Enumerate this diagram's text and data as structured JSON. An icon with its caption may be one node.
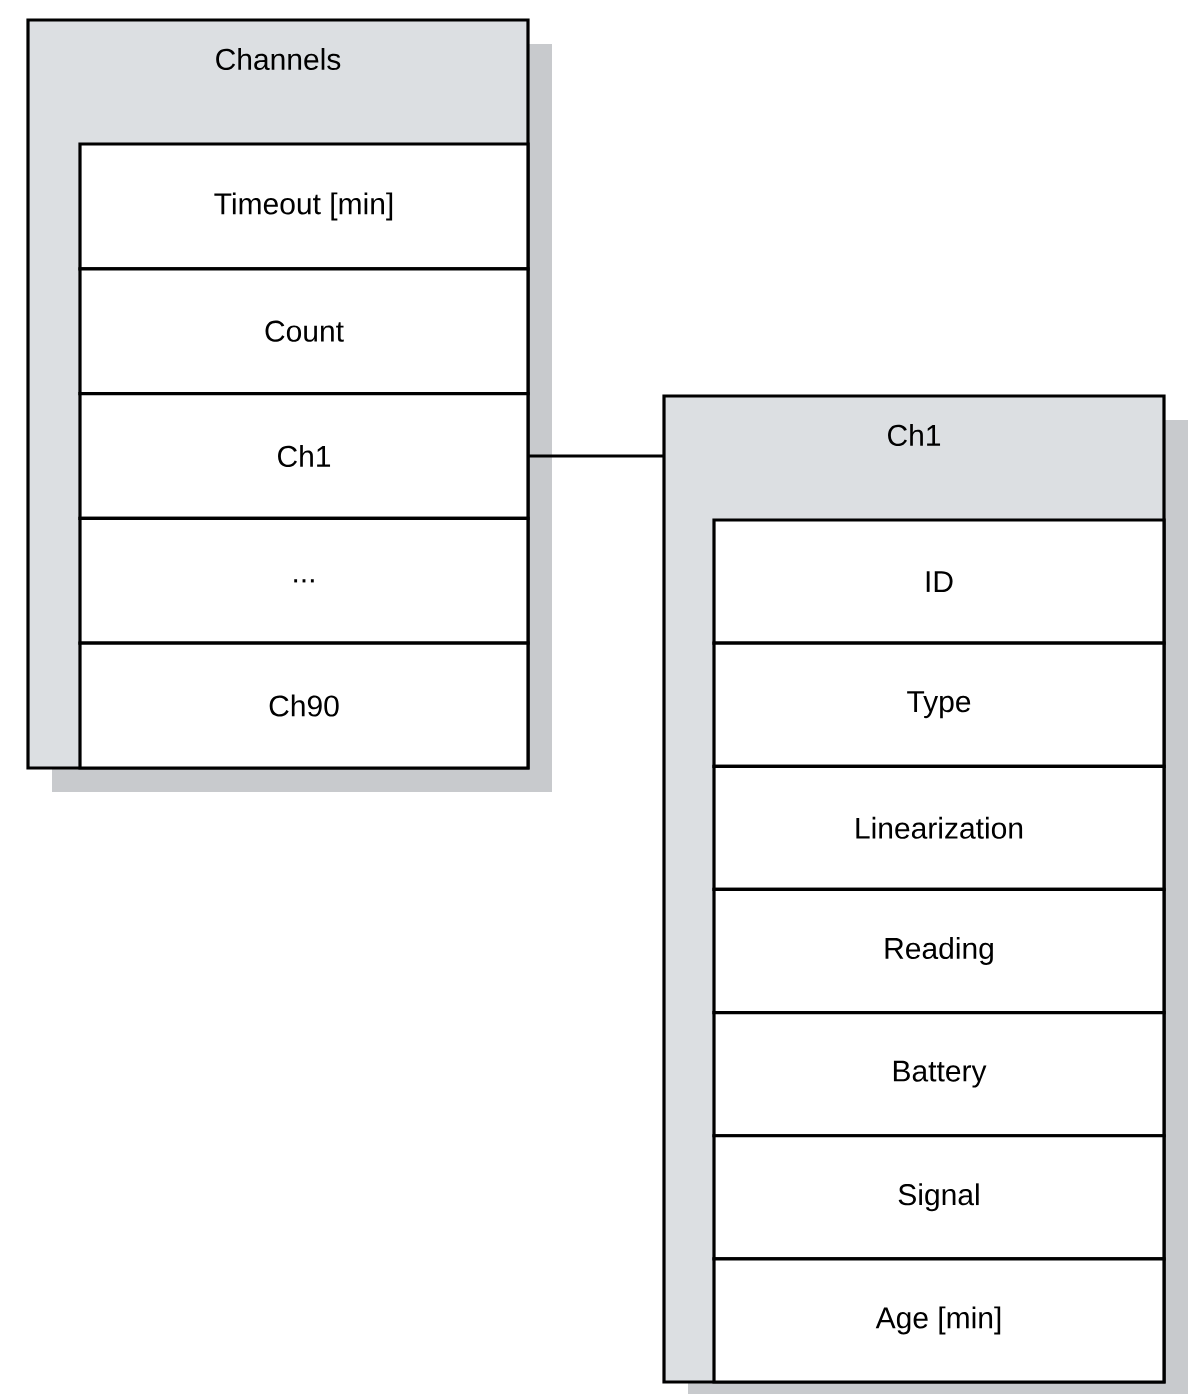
{
  "diagram": {
    "nodes": [
      {
        "text": [
          "Channels"
        ]
      },
      {
        "text": [
          "Timeout [min]"
        ],
        "in": 0
      },
      {
        "text": [
          "Count"
        ],
        "in": 0
      },
      {
        "text": [
          "Ch1"
        ],
        "in": 0
      },
      {
        "text": [
          "..."
        ],
        "in": 0
      },
      {
        "text": [
          "Ch90"
        ],
        "in": 0
      },
      {
        "text": [
          "Ch1"
        ]
      },
      {
        "text": [
          "ID"
        ],
        "in": 6
      },
      {
        "text": [
          "Type"
        ],
        "in": 6
      },
      {
        "text": [
          "Linearization"
        ],
        "in": 6
      },
      {
        "text": [
          "Reading"
        ],
        "in": 6
      },
      {
        "text": [
          "Battery"
        ],
        "in": 6
      },
      {
        "text": [
          "Signal"
        ],
        "in": 6
      },
      {
        "text": [
          "Age [min]"
        ],
        "in": 6
      }
    ],
    "edges": [
      {
        "from": 3,
        "to": 6,
        "arrow": "none"
      }
    ]
  }
}
